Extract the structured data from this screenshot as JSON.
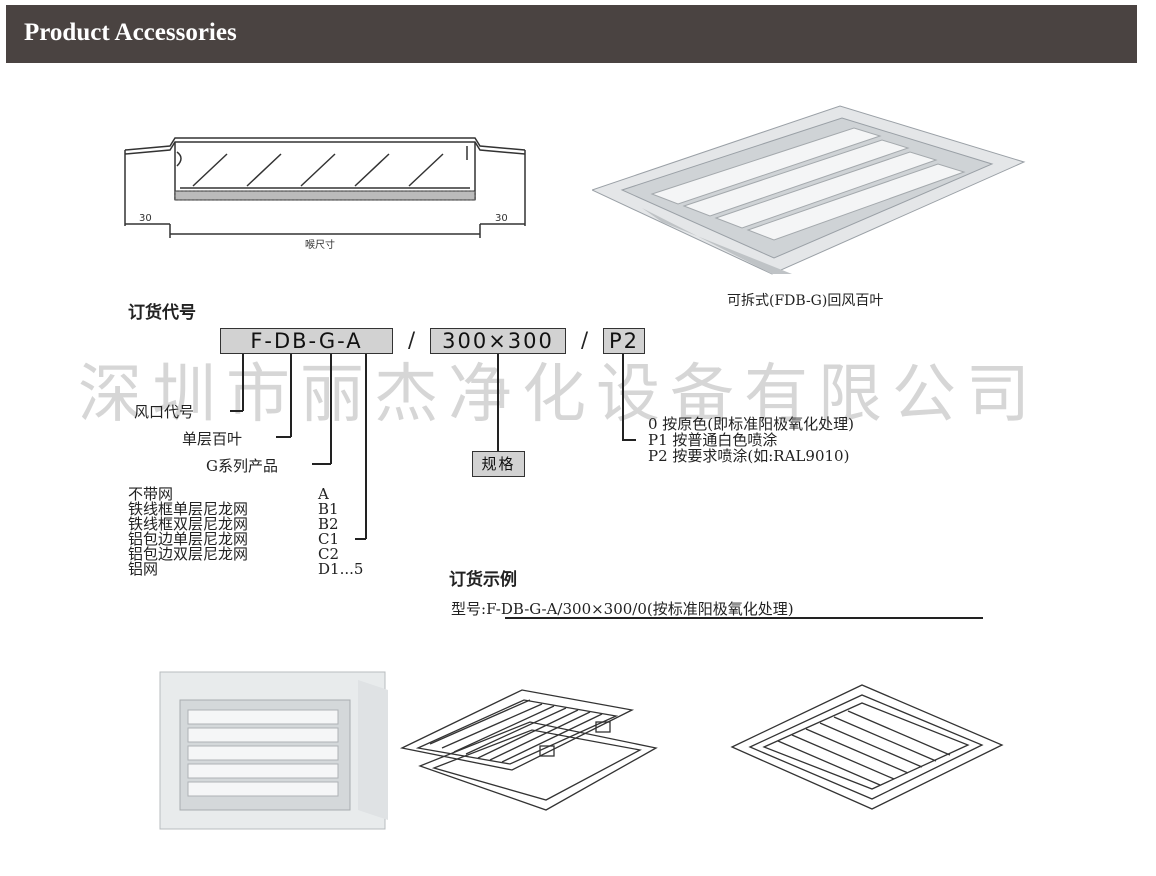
{
  "header": {
    "title": "Product Accessories"
  },
  "watermark": "深圳市丽杰净化设备有限公司",
  "drawing": {
    "dim_left": "30",
    "dim_right": "30",
    "throat_label": "喉尺寸"
  },
  "photo_caption": "可拆式(FDB-G)回风百叶",
  "order_code": {
    "heading": "订货代号",
    "code_box": "F-DB-G-A",
    "size_box": "300×300",
    "paint_box": "P2",
    "separator": "/",
    "labels": {
      "outlet_code": "风口代号",
      "single_louver": "单层百叶",
      "g_series": "G系列产品"
    },
    "spec_label": "规格",
    "options": [
      {
        "name": "不带网",
        "code": "A"
      },
      {
        "name": "铁线框单层尼龙网",
        "code": "B1"
      },
      {
        "name": "铁线框双层尼龙网",
        "code": "B2"
      },
      {
        "name": "铝包边单层尼龙网",
        "code": "C1"
      },
      {
        "name": "铝包边双层尼龙网",
        "code": "C2"
      },
      {
        "name": "铝网",
        "code": "D1...5"
      }
    ],
    "paint_options": [
      "0  按原色(即标准阳极氧化处理)",
      "P1 按普通白色喷涂",
      "P2 按要求喷涂(如:RAL9010)"
    ]
  },
  "example": {
    "heading": "订货示例",
    "model_prefix": "型号:",
    "model_value": "F-DB-G-A/300×300/0(按标准阳极氧化处理)"
  },
  "colors": {
    "header_bg": "#4a4341",
    "box_fill": "#d2d2d2",
    "watermark": "#d6d6d6"
  }
}
